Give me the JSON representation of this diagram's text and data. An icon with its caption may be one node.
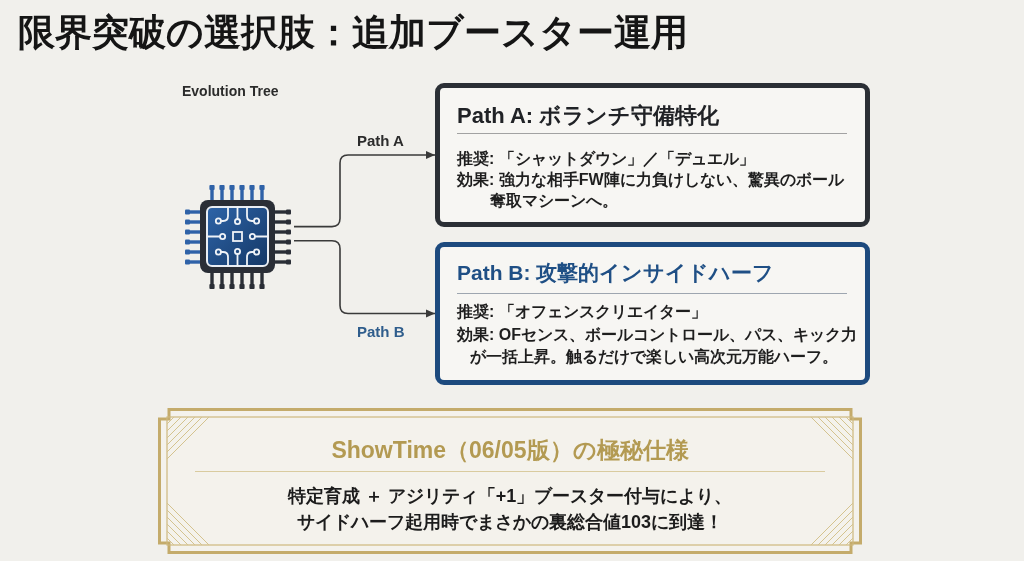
{
  "diagram": {
    "title": "限界突破の選択肢：追加ブースター運用",
    "nodes": [
      {
        "text": [],
        "shape": "picture"
      },
      {
        "text": [
          "Path A: ボランチ守備特化",
          "推奨: 「シャットダウン」／「デュエル」",
          "効果: 強力な相手FW陣に力負けしない、驚異のボール奪取マシーンへ。"
        ]
      },
      {
        "text": [
          "Path B: 攻撃的インサイドハーフ",
          "推奨: 「オフェンスクリエイター」",
          "効果: OFセンス、ボールコントロール、パス、キック力が一括上昇。触るだけで楽しい高次元万能ハーフ。"
        ]
      },
      {
        "text": [
          "ShowTime（06/05版）の極秘仕様",
          "特定育成 ＋ アジリティ「+1」ブースター付与により、サイドハーフ起用時でまさかの裏総合値103に到達！"
        ]
      }
    ],
    "edges": [
      {
        "from": 0,
        "to": 1,
        "arrow": "to",
        "label": "Path A"
      },
      {
        "from": 0,
        "to": 2,
        "arrow": "to",
        "label": "Path B"
      }
    ],
    "labels": [
      "Evolution Tree"
    ]
  }
}
